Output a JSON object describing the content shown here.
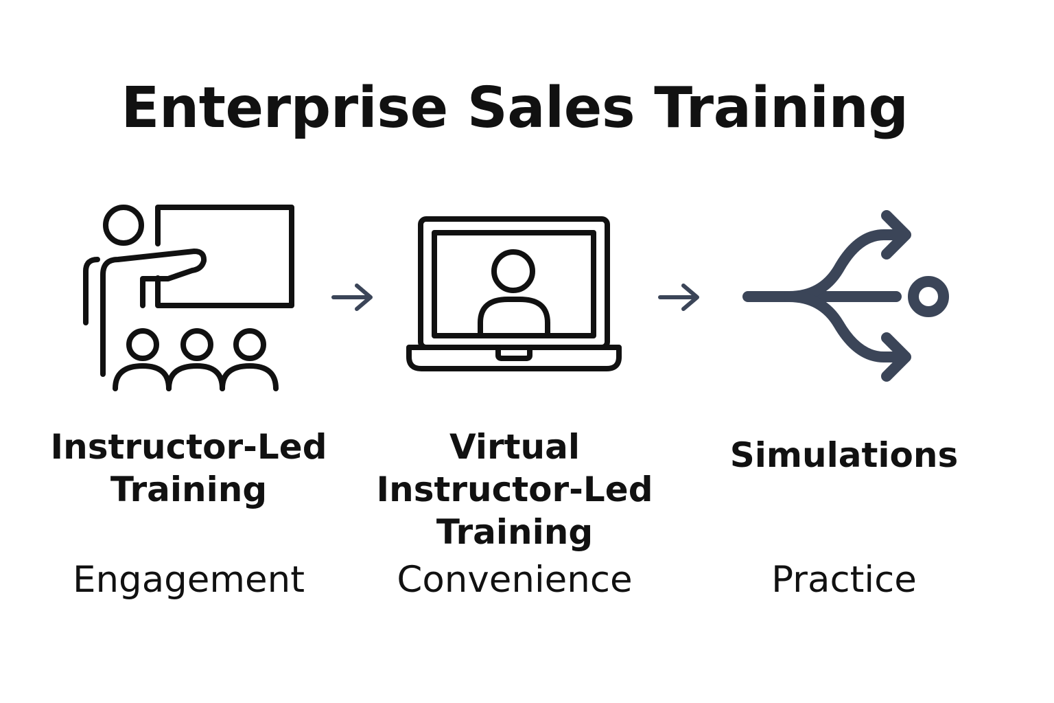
{
  "title": "Enterprise Sales Training",
  "colors": {
    "text": "#111111",
    "icon_dark": "#111111",
    "icon_slate": "#3b4558",
    "background": "#ffffff"
  },
  "stages": [
    {
      "icon": "instructor-presentation-icon",
      "label_lines": [
        "Instructor-Led",
        "Training"
      ],
      "benefit": "Engagement"
    },
    {
      "icon": "laptop-video-call-icon",
      "label_lines": [
        "Virtual",
        "Instructor-Led",
        "Training"
      ],
      "benefit": "Convenience"
    },
    {
      "icon": "branching-paths-icon",
      "label_lines": [
        "Simulations"
      ],
      "benefit": "Practice"
    }
  ],
  "connectors": [
    "arrow-right-icon",
    "arrow-right-icon"
  ]
}
